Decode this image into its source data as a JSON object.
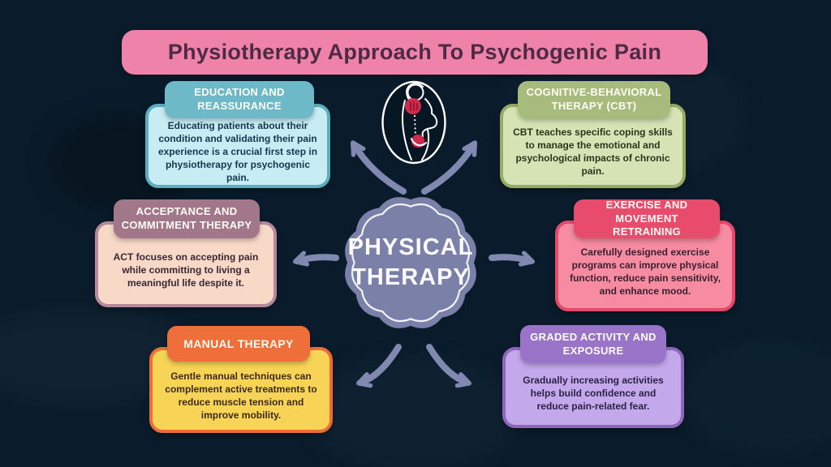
{
  "title": "Physiotherapy Approach To Psychogenic Pain",
  "center": {
    "label_line1": "PHYSICAL",
    "label_line2": "THERAPY",
    "icon": "back-pain-figure"
  },
  "boxes": {
    "education": {
      "title": "EDUCATION AND REASSURANCE",
      "body": "Educating patients about their condition and validating their pain experience is a crucial first step in physiotherapy for psychogenic pain.",
      "header_color": "#6db9c8",
      "body_color": "#c8ecf4",
      "border_color": "#5caebf"
    },
    "cbt": {
      "title": "COGNITIVE-BEHAVIORAL THERAPY (CBT)",
      "body": "CBT teaches specific coping skills to manage the emotional and psychological impacts of chronic pain.",
      "header_color": "#a7bb7c",
      "body_color": "#d6e3b4",
      "border_color": "#95ab66"
    },
    "act": {
      "title": "ACCEPTANCE AND COMMITMENT THERAPY",
      "body": "ACT focuses on accepting pain while committing to living a meaningful life despite it.",
      "header_color": "#a2778a",
      "body_color": "#f8d8c6",
      "border_color": "#b5889b"
    },
    "exercise": {
      "title": "EXERCISE AND MOVEMENT RETRAINING",
      "body": "Carefully designed exercise programs can improve physical function, reduce pain sensitivity, and enhance mood.",
      "header_color": "#e94b6d",
      "body_color": "#f68ba1",
      "border_color": "#e5496b"
    },
    "manual": {
      "title": "MANUAL THERAPY",
      "body": "Gentle manual techniques can complement active treatments to reduce muscle tension and improve mobility.",
      "header_color": "#ef6f3a",
      "body_color": "#f8d456",
      "border_color": "#ee6d37"
    },
    "graded": {
      "title": "GRADED ACTIVITY AND EXPOSURE",
      "body": "Gradually increasing activities helps build confidence and reduce pain-related fear.",
      "header_color": "#9a74c9",
      "body_color": "#c4a8ec",
      "border_color": "#8c67ba"
    }
  },
  "colors": {
    "background": "#0a1c2b",
    "title_bg": "#ee82a9",
    "title_text": "#4f2a45",
    "badge_fill": "#7b80a8",
    "arrow": "#8289b0",
    "pain_spot": "#cf2c4c"
  }
}
